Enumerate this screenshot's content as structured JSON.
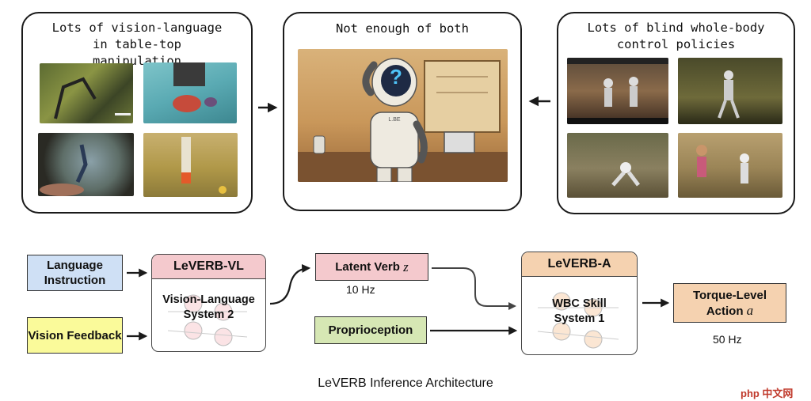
{
  "panels": {
    "left_title": "Lots of vision-language in table-top manipulation",
    "center_title": "Not enough of both",
    "right_title": "Lots of blind whole-body control policies"
  },
  "robot_question_mark": "?",
  "robot_chest_label": "L.BE",
  "colors": {
    "language_box": "#cfe0f5",
    "vision_box": "#fafa9a",
    "latent_box": "#f4c9cd",
    "proprio_box": "#d6e7b4",
    "vl_header": "#f4c9cd",
    "a_header": "#f5d2b0",
    "torque_box": "#f5d2b0"
  },
  "diagram": {
    "language_instruction": "Language Instruction",
    "vision_feedback": "Vision Feedback",
    "vl_title": "LeVERB-VL",
    "vl_body": "Vision-Language System 2",
    "latent_verb": "Latent Verb",
    "latent_symbol": "z",
    "latent_rate": "10 Hz",
    "proprioception": "Proprioception",
    "a_title": "LeVERB-A",
    "a_body": "WBC Skill System 1",
    "torque_action": "Torque-Level Action",
    "torque_symbol": "a",
    "torque_rate": "50 Hz"
  },
  "caption": "LeVERB Inference Architecture",
  "watermark": "php 中文网"
}
